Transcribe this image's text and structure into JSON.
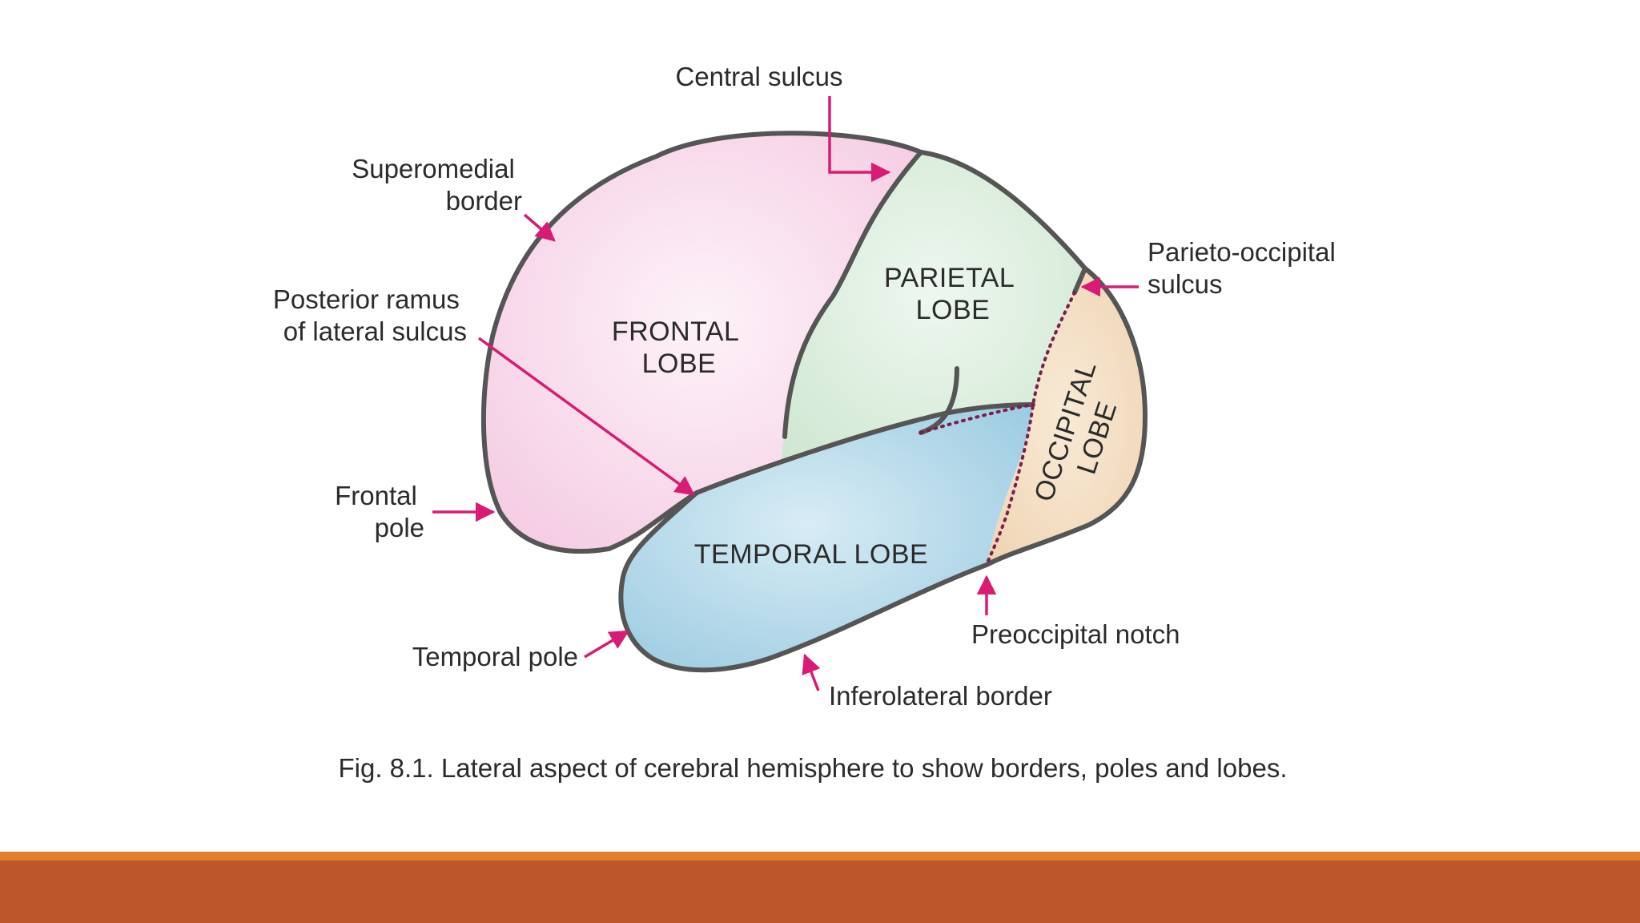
{
  "labels": {
    "central_sulcus": "Central sulcus",
    "superomedial_border": [
      "Superomedial",
      "border"
    ],
    "posterior_ramus": [
      "Posterior ramus",
      "of lateral sulcus"
    ],
    "frontal_pole": [
      "Frontal",
      "pole"
    ],
    "temporal_pole": "Temporal pole",
    "inferolateral_border": "Inferolateral border",
    "preoccipital_notch": "Preoccipital notch",
    "parieto_occipital": [
      "Parieto-occipital",
      "sulcus"
    ]
  },
  "lobes": {
    "frontal": [
      "FRONTAL",
      "LOBE"
    ],
    "parietal": [
      "PARIETAL",
      "LOBE"
    ],
    "occipital": [
      "OCCIPITAL",
      "LOBE"
    ],
    "temporal": "TEMPORAL LOBE"
  },
  "caption": "Fig. 8.1. Lateral aspect of cerebral hemisphere to show borders, poles and lobes.",
  "colors": {
    "frontal": "#f7d7ea",
    "parietal": "#d6ebd8",
    "temporal": "#a9d2e6",
    "occipital": "#f3dcc0",
    "arrow": "#d81b74",
    "outline": "#555555",
    "accent_stripe": "#e0812a",
    "footer_bar": "#bd572b"
  }
}
